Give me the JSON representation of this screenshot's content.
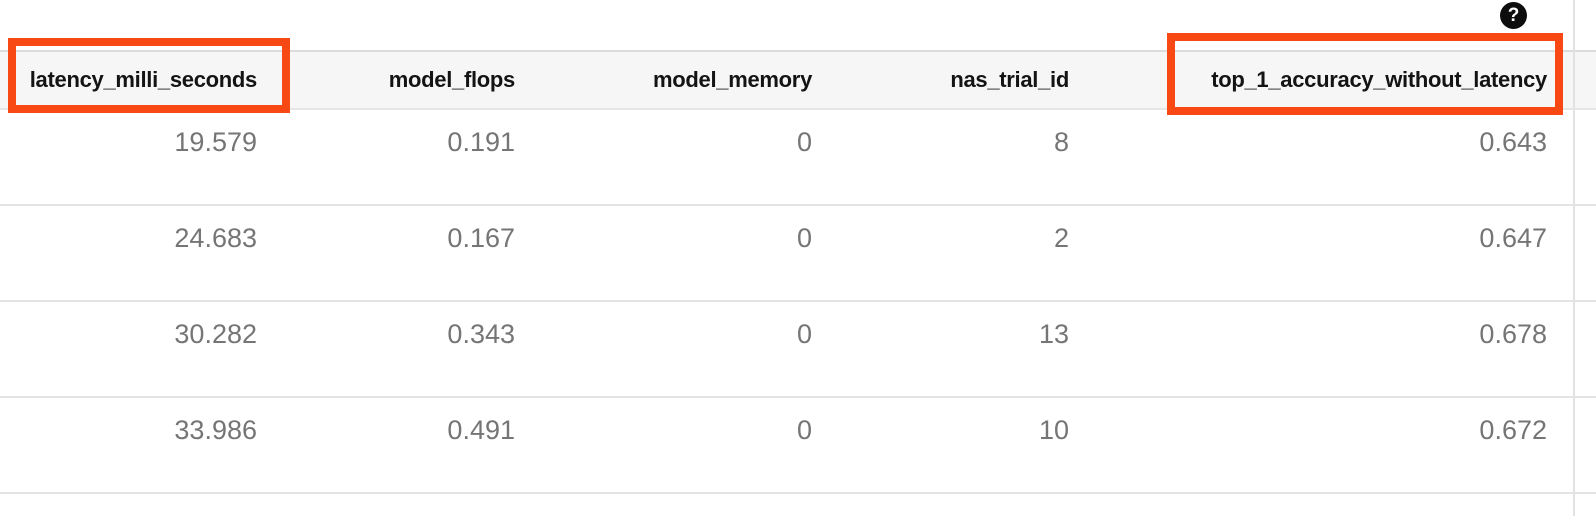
{
  "help_button": {
    "glyph": "?"
  },
  "annotation": {
    "color": "#f84914"
  },
  "table": {
    "columns": [
      {
        "label": "latency_milli_seconds",
        "highlighted": true
      },
      {
        "label": "model_flops",
        "highlighted": false
      },
      {
        "label": "model_memory",
        "highlighted": false
      },
      {
        "label": "nas_trial_id",
        "highlighted": false
      },
      {
        "label": "top_1_accuracy_without_latency",
        "highlighted": true
      }
    ],
    "rows": [
      [
        "19.579",
        "0.191",
        "0",
        "8",
        "0.643"
      ],
      [
        "24.683",
        "0.167",
        "0",
        "2",
        "0.647"
      ],
      [
        "30.282",
        "0.343",
        "0",
        "13",
        "0.678"
      ],
      [
        "33.986",
        "0.491",
        "0",
        "10",
        "0.672"
      ]
    ]
  }
}
